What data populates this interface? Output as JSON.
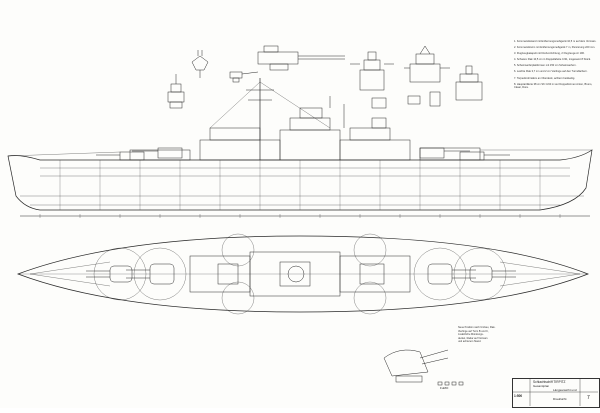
{
  "drawing": {
    "title_block": {
      "ship": "Schlachtschiff TIRPITZ",
      "line2": "Gesamtplan",
      "line3": "Längsansicht und",
      "line4": "Draufsicht",
      "scale": "1:500",
      "sheet": "7"
    },
    "notes": [
      "1. Kommandostand mit Entfernungsmeßgerät 10,5 m auf dem Vormars.",
      "2. Kommandoturm mit Entfernungsmeßgerät 7 m, Panzerung 220 mm.",
      "3. Flugzeugkatapult mit Drehvorrichtung, 2 Flugzeuge Ar 196.",
      "4. Schwere Flak 10,5 cm in Doppellafette C/31, insgesamt 8 Stück.",
      "5. Scheinwerferplattformen mit 150 cm Scheinwerfern.",
      "6. Leichte Flak 3,7 cm und 2 cm Vierlinge auf den Turmdächern.",
      "7. Torpedorohrsätze an Oberdeck, achtern beidseitig.",
      "8. Hauptartillerie 38 cm SK C/34 in vier Doppeltürmen Anton, Bruno, Cäsar, Dora."
    ],
    "subnote": [
      "Neue Position nach Umbau, Flak-",
      "Vierlinge auf Turm B und C,",
      "zusätzliche Mündungs-",
      "deckel, Radar auf Vormars",
      "und achterem Stand."
    ],
    "bottom_marks": "FuMO"
  }
}
